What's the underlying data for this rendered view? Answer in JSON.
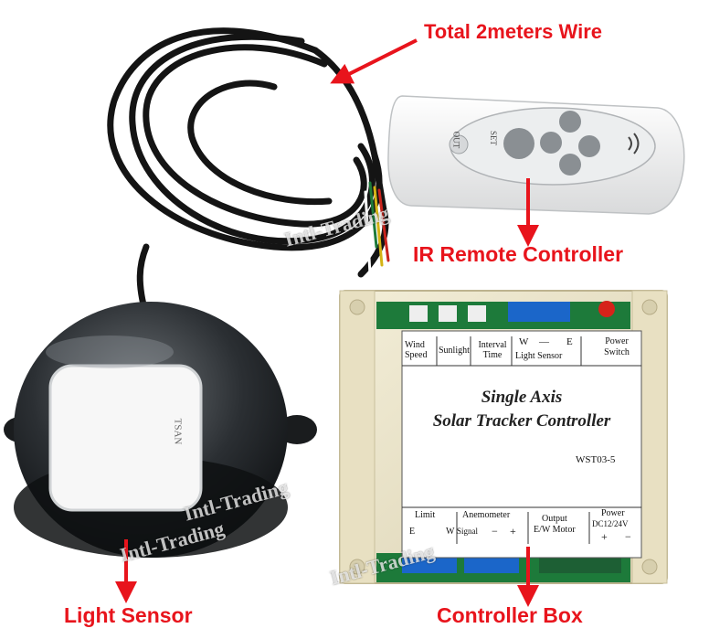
{
  "callouts": {
    "wire": "Total 2meters Wire",
    "remote": "IR Remote Controller",
    "sensor": "Light Sensor",
    "box": "Controller Box"
  },
  "box_label": {
    "top": {
      "wind_speed": "Wind Speed",
      "sunlight": "Sunlight",
      "interval_time": "Interval Time",
      "w": "W",
      "dash": "—",
      "e": "E",
      "light_sensor": "Light Sensor",
      "power_switch": "Power Switch"
    },
    "title_line1": "Single Axis",
    "title_line2": "Solar Tracker Controller",
    "model": "WST03-5",
    "bottom": {
      "limit": "Limit",
      "limit_e": "E",
      "limit_w": "W",
      "anemometer": "Anemometer",
      "signal": "Signal",
      "minus": "−",
      "plus": "+",
      "output": "Output",
      "ew_motor": "E/W Motor",
      "power": "Power",
      "dc": "DC12/24V",
      "p_plus": "+",
      "p_minus": "−"
    }
  },
  "remote_buttons": {
    "out": "OUT",
    "set": "SET"
  },
  "sensor_label": "TSAN",
  "watermark": "Intl-Trading",
  "colors": {
    "callout_red": "#e8141c",
    "cable_black": "#141414",
    "terminal_green": "#1d7a3a",
    "terminal_blue": "#1b66c9",
    "housing_cream": "#efe8cf"
  }
}
